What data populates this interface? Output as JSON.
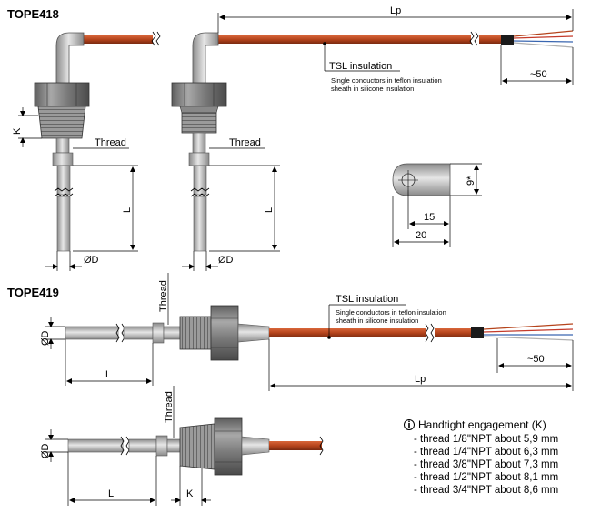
{
  "titles": {
    "tope418": "TOPE418",
    "tope419": "TOPE419"
  },
  "labels": {
    "lp": "Lp",
    "k": "K",
    "thread": "Thread",
    "l": "L",
    "od": "ØD",
    "tsl": "TSL insulation",
    "conductors_line1": "Single conductors in teflon insulation",
    "conductors_line2": "sheath in silicone insulation",
    "approx50": "~50",
    "dim9": "9*",
    "dim15": "15",
    "dim20": "20"
  },
  "note": {
    "icon": "info-icon",
    "heading": "Handtight engagement (K)",
    "items": [
      "- thread 1/8\"NPT about 5,9 mm",
      "- thread 1/4\"NPT about 6,3 mm",
      "- thread 3/8\"NPT about 7,3 mm",
      "- thread 1/2\"NPT about 8,1 mm",
      "- thread 3/4\"NPT about 8,6 mm"
    ]
  },
  "colors": {
    "cable": "#b5441c",
    "cable_dark": "#7a2a10",
    "metal": "#c8c8c8",
    "metal_dark": "#6e6e6e",
    "line": "#000000"
  }
}
